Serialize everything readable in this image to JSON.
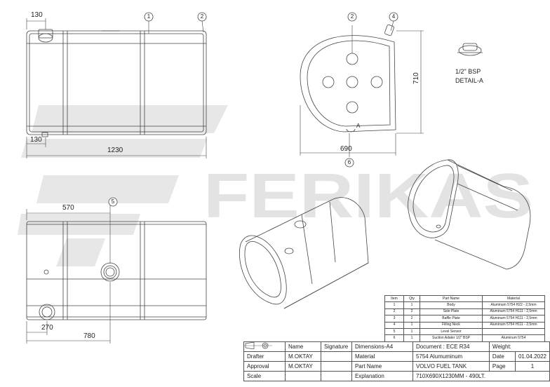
{
  "brand": {
    "watermark": "FERIKAS"
  },
  "dimensions": {
    "top_left_offset": "130",
    "bottom_left_offset": "130",
    "overall_length": "1230",
    "front_height": "710",
    "front_width": "690",
    "level_sensor_offset": "570",
    "neck_offset": "270",
    "suction_offset": "780"
  },
  "balloons": {
    "b1": "1",
    "b2": "2",
    "b2_front": "2",
    "b4": "4",
    "b5": "5",
    "b6": "6"
  },
  "detail": {
    "label_a": "A",
    "title": "1/2\" BSP",
    "subtitle": "DETAIL-A"
  },
  "bom": {
    "headers": [
      "Item",
      "Qty",
      "Part Name",
      "Material"
    ],
    "rows": [
      [
        "1",
        "1",
        "Body",
        "Aluminum 5754 H22 - 2,5mm"
      ],
      [
        "2",
        "2",
        "Side Plate",
        "Aluminum 5754 H111 - 2,5mm"
      ],
      [
        "3",
        "2",
        "Baffle Plate",
        "Aluminum 5754 H111 - 2,5mm"
      ],
      [
        "4",
        "1",
        "Filling Neck",
        "Aluminum 5754 H111 - 2,5mm"
      ],
      [
        "5",
        "1",
        "Level Sensor",
        ""
      ],
      [
        "6",
        "1",
        "Suction Adater 1/2\" BSP",
        "Aluminum 5754"
      ]
    ]
  },
  "title_block": {
    "name_h": "Name",
    "signature_h": "Signature",
    "format": "Dimensions-A4",
    "document": "Document : ECE R34",
    "weight": "Weight:",
    "drafter_l": "Drafter",
    "drafter": "M.OKTAY",
    "material_l": "Material",
    "material": "5754 Alumuminum",
    "date_l": "Date",
    "date": "01.04.2022",
    "approval_l": "Approval",
    "approval": "M.OKTAY",
    "part_l": "Part Name",
    "part": "VOLVO FUEL TANK",
    "page_l": "Page",
    "page": "1",
    "scale_l": "Scale",
    "explanation_l": "Explanation",
    "explanation": "710X690X1230MM - 490LT."
  }
}
